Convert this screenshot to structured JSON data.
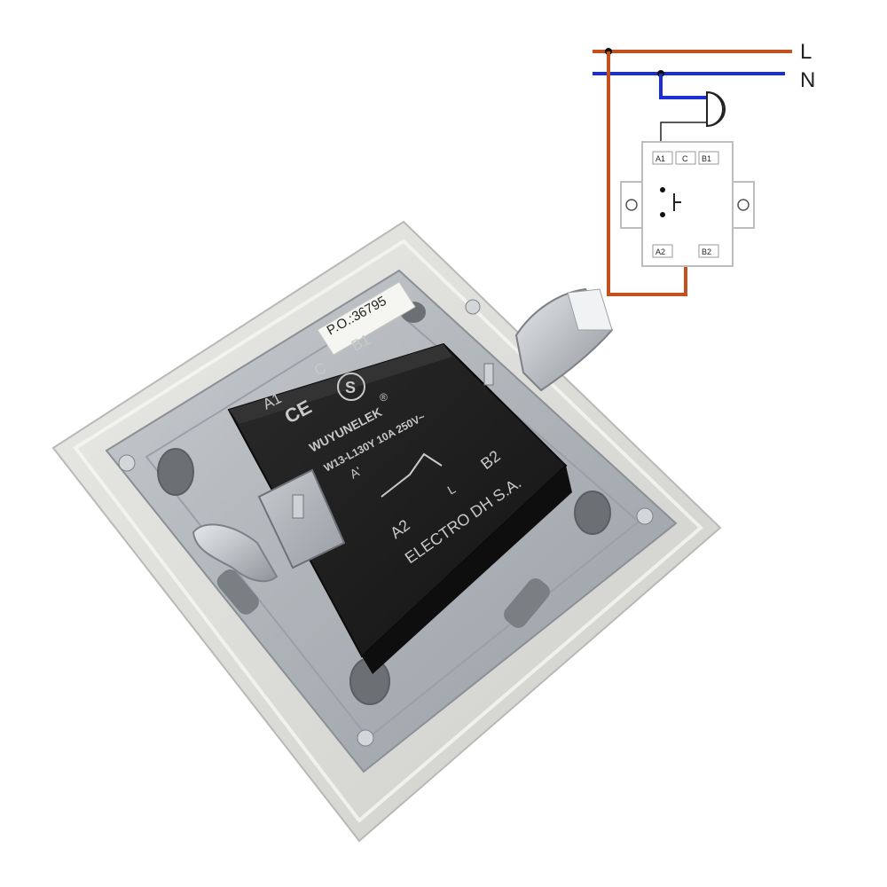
{
  "photo": {
    "label_po": "P.O.:36795",
    "terminal_labels": {
      "a1": "A1",
      "c": "C",
      "b1": "B1",
      "a2": "A2",
      "b2": "B2",
      "a_prime": "A'",
      "l": "L"
    },
    "marks": {
      "ce": "CE",
      "s_mark": "S",
      "registered": "®"
    },
    "brand": "WUYUNELEK",
    "rating": "W13-L130Y 10A 250V~",
    "manufacturer": "ELECTRO DH S.A."
  },
  "wiring_diagram": {
    "line_label": "L",
    "neutral_label": "N",
    "terminal_labels": {
      "a1": "A1",
      "c": "C",
      "b1": "B1",
      "a2": "A2",
      "b2": "B2"
    },
    "colors": {
      "line_wire": "#c4501d",
      "neutral_wire": "#1a2fd6",
      "switch_lines": "#222222"
    }
  }
}
